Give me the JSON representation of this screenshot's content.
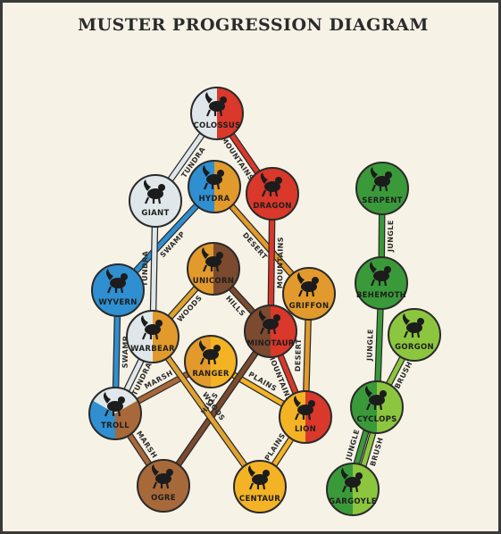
{
  "title": "MUSTER PROGRESSION DIAGRAM",
  "colors": {
    "white": "#dfe7ea",
    "blue": "#2f8fd1",
    "orange": "#e29a2c",
    "red": "#d9382a",
    "brown": "#7b4a2f",
    "green": "#3a9a3a",
    "lightgreen": "#8cc63f",
    "lightbrown": "#a8693a",
    "yellow": "#f3b324",
    "terrain": {
      "tundra": "#dfe7ea",
      "mountains": "#d9382a",
      "swamp": "#2f8fd1",
      "desert": "#e29a2c",
      "woods": "#e0a332",
      "hills": "#7b4a2f",
      "marsh": "#a8693a",
      "plains": "#f3b324",
      "jungle": "#3a9a3a",
      "brush": "#8cc63f"
    }
  },
  "nodes": [
    {
      "id": "colossus",
      "label": "COLOSSUS",
      "colors": [
        "white",
        "red"
      ],
      "icon": "colossus-icon"
    },
    {
      "id": "giant",
      "label": "GIANT",
      "colors": [
        "white"
      ],
      "icon": "giant-icon"
    },
    {
      "id": "hydra",
      "label": "HYDRA",
      "colors": [
        "blue",
        "orange"
      ],
      "icon": "hydra-icon"
    },
    {
      "id": "dragon",
      "label": "DRAGON",
      "colors": [
        "red"
      ],
      "icon": "dragon-icon"
    },
    {
      "id": "wyvern",
      "label": "WYVERN",
      "colors": [
        "blue"
      ],
      "icon": "wyvern-icon"
    },
    {
      "id": "unicorn",
      "label": "UNICORN",
      "colors": [
        "orange",
        "brown"
      ],
      "icon": "unicorn-icon"
    },
    {
      "id": "griffon",
      "label": "GRIFFON",
      "colors": [
        "orange"
      ],
      "icon": "griffon-icon"
    },
    {
      "id": "warbear",
      "label": "WARBEAR",
      "colors": [
        "white",
        "orange"
      ],
      "icon": "warbear-icon"
    },
    {
      "id": "minotaur",
      "label": "MINOTAUR",
      "colors": [
        "brown",
        "red"
      ],
      "icon": "minotaur-icon"
    },
    {
      "id": "ranger",
      "label": "RANGER",
      "colors": [
        "orange",
        "yellow"
      ],
      "icon": "ranger-icon"
    },
    {
      "id": "troll",
      "label": "TROLL",
      "colors": [
        "blue",
        "white",
        "lightbrown"
      ],
      "icon": "troll-icon"
    },
    {
      "id": "lion",
      "label": "LION",
      "colors": [
        "yellow",
        "red"
      ],
      "icon": "lion-icon"
    },
    {
      "id": "ogre",
      "label": "OGRE",
      "colors": [
        "lightbrown"
      ],
      "icon": "ogre-icon"
    },
    {
      "id": "centaur",
      "label": "CENTAUR",
      "colors": [
        "yellow"
      ],
      "icon": "centaur-icon"
    },
    {
      "id": "serpent",
      "label": "SERPENT",
      "colors": [
        "green"
      ],
      "icon": "serpent-icon"
    },
    {
      "id": "behemoth",
      "label": "BEHEMOTH",
      "colors": [
        "green"
      ],
      "icon": "behemoth-icon"
    },
    {
      "id": "gorgon",
      "label": "GORGON",
      "colors": [
        "lightgreen"
      ],
      "icon": "gorgon-icon"
    },
    {
      "id": "cyclops",
      "label": "CYCLOPS",
      "colors": [
        "green",
        "lightgreen"
      ],
      "icon": "cyclops-icon"
    },
    {
      "id": "gargoyle",
      "label": "GARGOYLE",
      "colors": [
        "green",
        "lightgreen"
      ],
      "icon": "gargoyle-icon"
    }
  ],
  "edges": [
    {
      "from": "giant",
      "to": "colossus",
      "label": "TUNDRA",
      "terrain": "tundra"
    },
    {
      "from": "dragon",
      "to": "colossus",
      "label": "MOUNTAINS",
      "terrain": "mountains"
    },
    {
      "from": "wyvern",
      "to": "hydra",
      "label": "SWAMP",
      "terrain": "swamp"
    },
    {
      "from": "griffon",
      "to": "hydra",
      "label": "DESERT",
      "terrain": "desert"
    },
    {
      "from": "minotaur",
      "to": "dragon",
      "label": "MOUNTAINS",
      "terrain": "mountains"
    },
    {
      "from": "warbear",
      "to": "giant",
      "label": "TUNDRA",
      "terrain": "tundra"
    },
    {
      "from": "warbear",
      "to": "unicorn",
      "label": "WOODS",
      "terrain": "woods"
    },
    {
      "from": "minotaur",
      "to": "unicorn",
      "label": "HILLS",
      "terrain": "hills"
    },
    {
      "from": "troll",
      "to": "wyvern",
      "label": "SWAMP",
      "terrain": "swamp"
    },
    {
      "from": "lion",
      "to": "griffon",
      "label": "DESERT",
      "terrain": "desert"
    },
    {
      "from": "troll",
      "to": "warbear",
      "label": "TUNDRA",
      "terrain": "tundra"
    },
    {
      "from": "troll",
      "to": "ranger",
      "label": "MARSH",
      "terrain": "marsh"
    },
    {
      "from": "lion",
      "to": "ranger",
      "label": "PLAINS",
      "terrain": "plains"
    },
    {
      "from": "lion",
      "to": "minotaur",
      "label": "MOUNTAINS",
      "terrain": "mountains"
    },
    {
      "from": "ogre",
      "to": "troll",
      "label": "MARSH",
      "terrain": "marsh"
    },
    {
      "from": "ogre",
      "to": "minotaur",
      "label": "HILLS",
      "terrain": "hills"
    },
    {
      "from": "centaur",
      "to": "warbear",
      "label": "WOODS",
      "terrain": "woods"
    },
    {
      "from": "centaur",
      "to": "lion",
      "label": "PLAINS",
      "terrain": "plains"
    },
    {
      "from": "behemoth",
      "to": "serpent",
      "label": "JUNGLE",
      "terrain": "jungle"
    },
    {
      "from": "cyclops",
      "to": "behemoth",
      "label": "JUNGLE",
      "terrain": "jungle"
    },
    {
      "from": "cyclops",
      "to": "gorgon",
      "label": "BRUSH",
      "terrain": "brush"
    },
    {
      "from": "gargoyle",
      "to": "cyclops",
      "label": "JUNGLE",
      "terrain": "jungle"
    },
    {
      "from": "gargoyle",
      "to": "cyclops",
      "label": "BRUSH",
      "terrain": "brush"
    }
  ]
}
